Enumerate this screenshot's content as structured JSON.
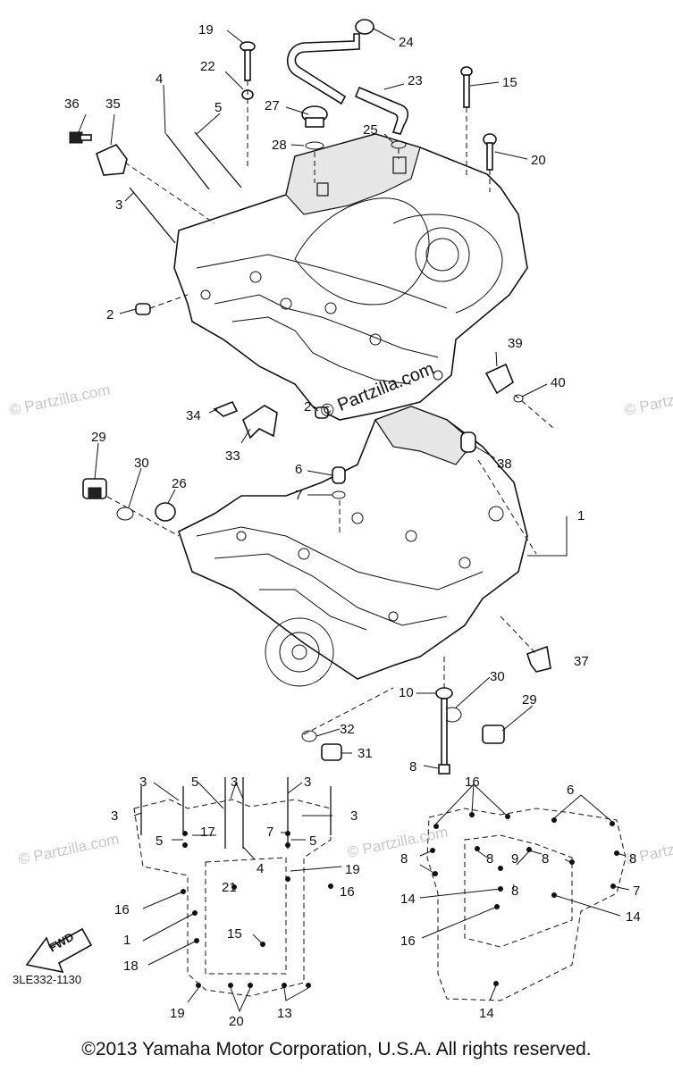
{
  "diagram": {
    "callouts": {
      "n1": "1",
      "n2": "2",
      "n3": "3",
      "n4": "4",
      "n5": "5",
      "n6": "6",
      "n7": "7",
      "n8": "8",
      "n10": "10",
      "n15": "15",
      "n19": "19",
      "n20": "20",
      "n22": "22",
      "n23": "23",
      "n24": "24",
      "n25": "25",
      "n26": "26",
      "n27": "27",
      "n28": "28",
      "n29": "29",
      "n30": "30",
      "n31": "31",
      "n32": "32",
      "n33": "33",
      "n34": "34",
      "n35": "35",
      "n36": "36",
      "n37": "37",
      "n38": "38",
      "n39": "39",
      "n40": "40",
      "n13": "13",
      "n14": "14",
      "n16": "16",
      "n17": "17",
      "n18": "18",
      "n21": "21",
      "n9": "9"
    },
    "fwd_label": "FWD",
    "ref_code": "3LE332-1130",
    "watermark_main": "© Partzilla.com",
    "watermark": "© Partzilla.com"
  },
  "footer": {
    "copyright": "©2013 Yamaha Motor Corporation, U.S.A. All rights reserved."
  }
}
